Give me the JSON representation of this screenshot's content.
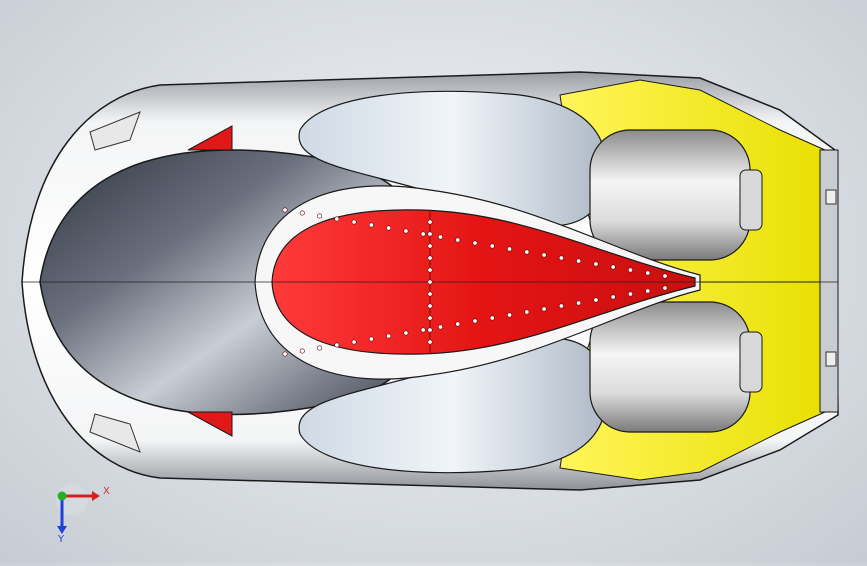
{
  "viewport": {
    "model": "top-view-vehicle-body",
    "colors": {
      "background_center": "#f4f6f8",
      "background_edge": "#c6ccd3",
      "body": "#ffffff",
      "body_shade": "#b9bcc0",
      "canopy": "#4f5561",
      "intake": "#dfe6ee",
      "red_panel": "#e21a1a",
      "yellow_panel": "#f2ee10",
      "engine": "#e6e6e6",
      "outline": "#1a1a1a"
    }
  },
  "triad": {
    "x_label": "X",
    "y_label": "Y",
    "x_color": "#d62020",
    "y_color": "#1f3fd6",
    "origin_color": "#23b023"
  }
}
